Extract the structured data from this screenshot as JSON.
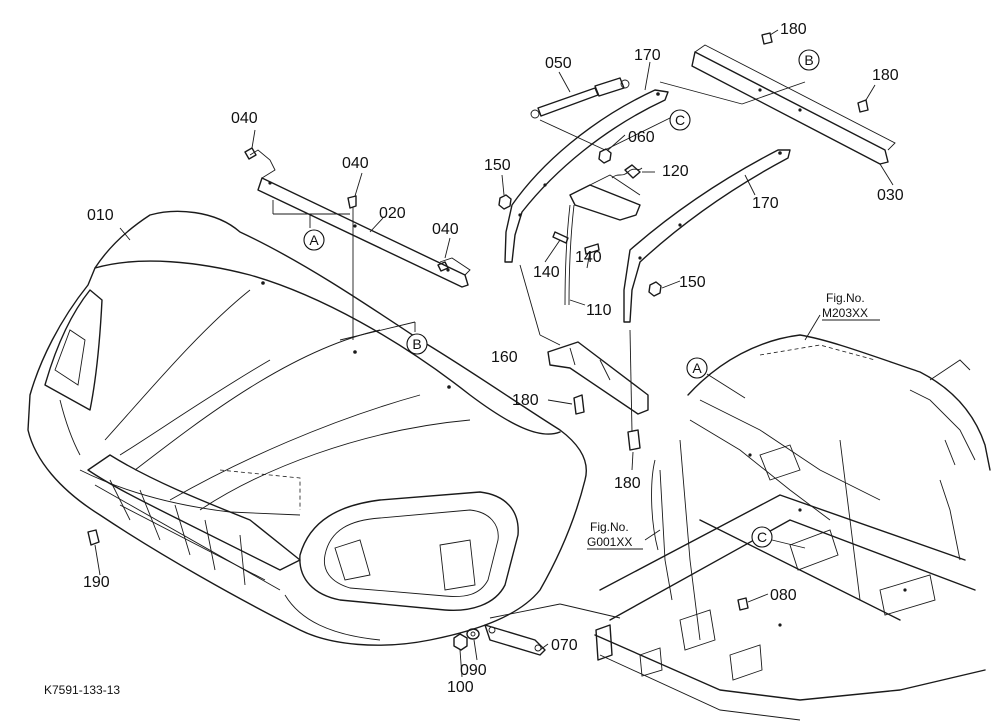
{
  "parts": {
    "p010": "010",
    "p020": "020",
    "p030": "030",
    "p040": "040",
    "p050": "050",
    "p060": "060",
    "p070": "070",
    "p080": "080",
    "p090": "090",
    "p100": "100",
    "p110": "110",
    "p120": "120",
    "p140": "140",
    "p150": "150",
    "p160": "160",
    "p170": "170",
    "p180": "180",
    "p190": "190"
  },
  "markers": {
    "a": "A",
    "b": "B",
    "c": "C"
  },
  "figrefs": {
    "m203_line1": "Fig.No.",
    "m203_line2": "M203XX",
    "g001_line1": "Fig.No.",
    "g001_line2": "G001XX"
  },
  "drawing_code": "K7591-133-13"
}
